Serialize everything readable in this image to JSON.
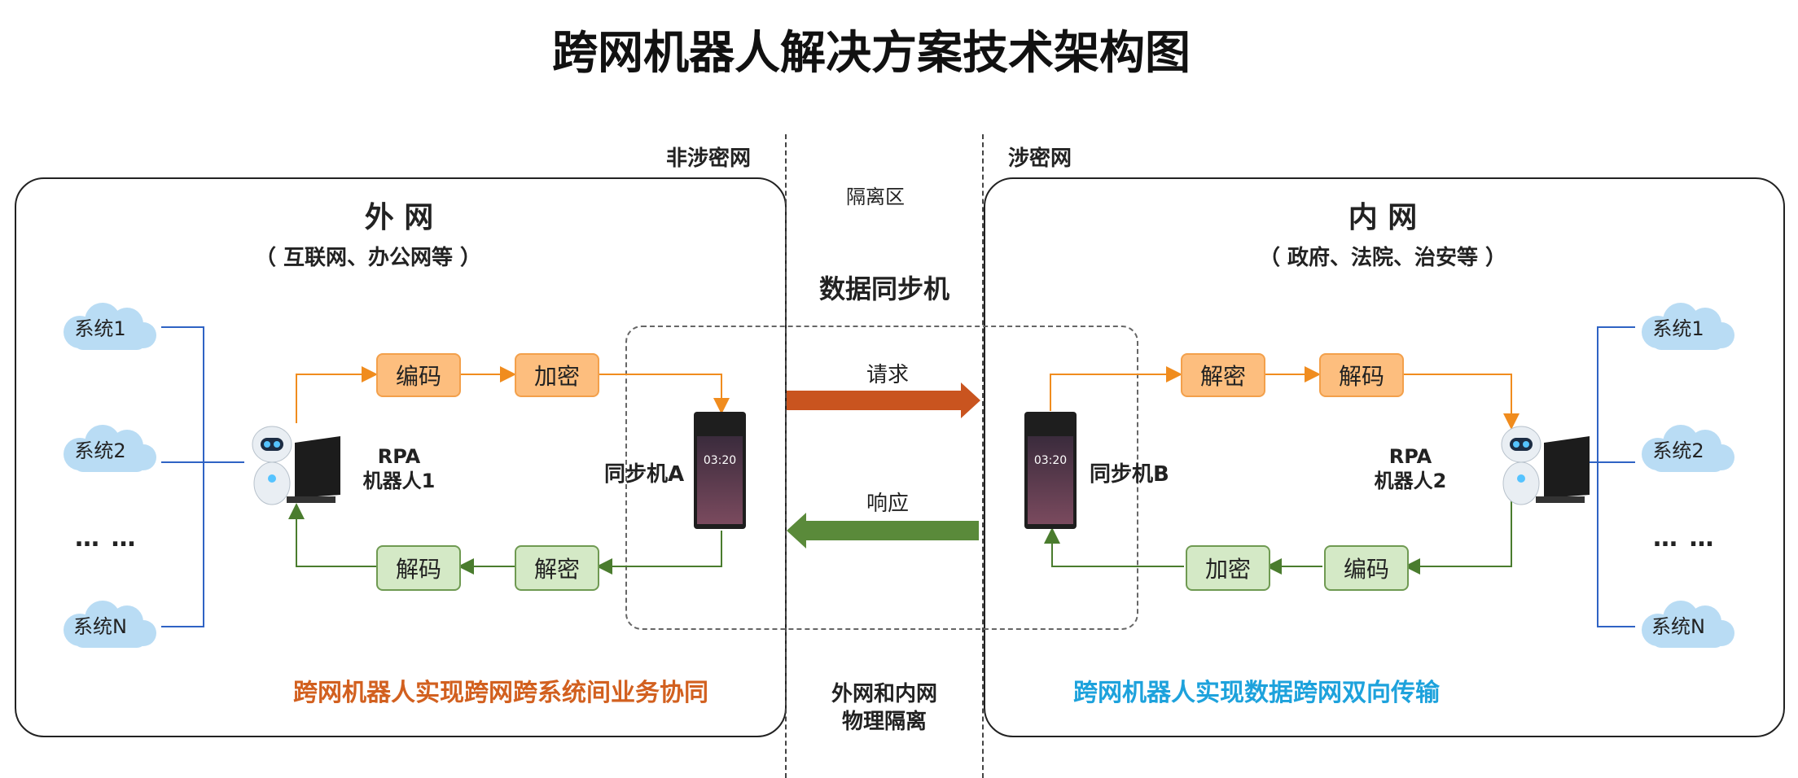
{
  "title": "跨网机器人解决方案技术架构图",
  "zones": {
    "left_label": "非涉密网",
    "right_label": "涉密网",
    "middle_label": "隔离区"
  },
  "left_panel": {
    "title": "外 网",
    "subtitle": "（ 互联网、办公网等 ）",
    "systems": [
      "系统1",
      "系统2",
      "系统N"
    ],
    "ellipsis": "… …",
    "robot_label_1": "RPA",
    "robot_label_2": "机器人1",
    "top_boxes": [
      "编码",
      "加密"
    ],
    "bottom_boxes": [
      "解码",
      "解密"
    ],
    "device": "同步机A",
    "tagline": "跨网机器人实现跨网跨系统间业务协同"
  },
  "right_panel": {
    "title": "内 网",
    "subtitle": "（ 政府、法院、治安等 ）",
    "systems": [
      "系统1",
      "系统2",
      "系统N"
    ],
    "ellipsis": "… …",
    "robot_label_1": "RPA",
    "robot_label_2": "机器人2",
    "top_boxes": [
      "解密",
      "解码"
    ],
    "bottom_boxes": [
      "加密",
      "编码"
    ],
    "device": "同步机B",
    "tagline": "跨网机器人实现数据跨网双向传输"
  },
  "middle": {
    "heading": "数据同步机",
    "request": "请求",
    "response": "响应",
    "isolation_1": "外网和内网",
    "isolation_2": "物理隔离"
  },
  "device_screen": "03:20",
  "colors": {
    "orange_line": "#f08c1e",
    "green_line": "#4a7c2e",
    "request_arrow": "#c9541f",
    "response_arrow": "#5a8a3a",
    "blue_line": "#2f63c4",
    "tagline_left": "#d2601f",
    "tagline_right": "#1da2dc"
  }
}
